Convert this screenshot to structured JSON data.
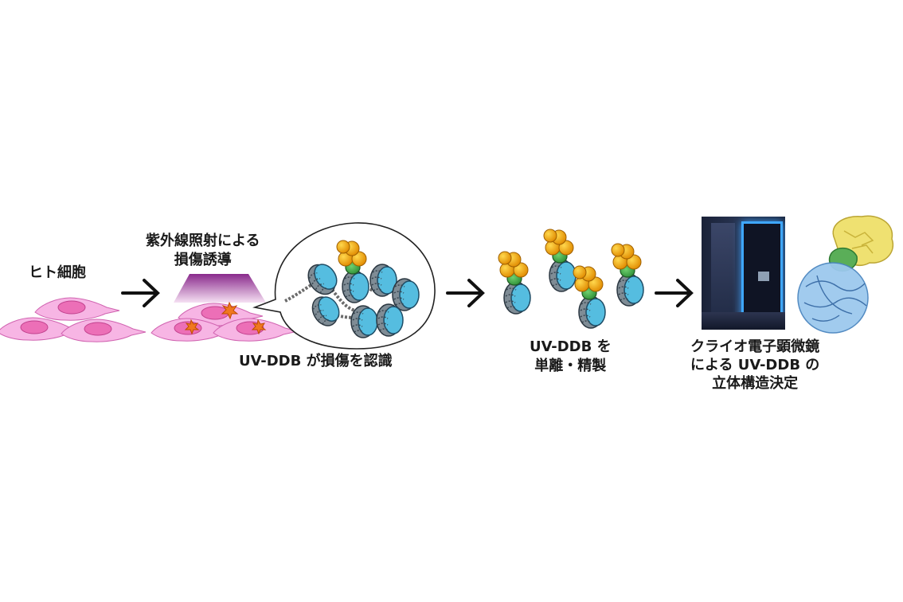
{
  "labels": {
    "human_cells": "ヒト細胞",
    "uv_line1": "紫外線照射による",
    "uv_line2": "損傷誘導",
    "recognition": "UV-DDB が損傷を認識",
    "purify_line1": "UV-DDB を",
    "purify_line2": "単離・精製",
    "cryo_line1": "クライオ電子顕微鏡",
    "cryo_line2": "による UV-DDB の",
    "cryo_line3": "立体構造決定"
  },
  "colors": {
    "cell_pink": "#f29ad6",
    "cell_nucleus": "#e0549a",
    "damage_orange": "#f07820",
    "uv_light_top": "#8a2a8c",
    "uv_light_bottom": "#f3d6ef",
    "ddb_orange": "#f5a800",
    "ddb_green": "#3aa845",
    "nucleosome_blue": "#55bde0",
    "histone_gray": "#7a8a96",
    "arrow": "#111111",
    "density_yellow": "#ecd83a",
    "density_green": "#4aa64a",
    "density_blue": "#7fb9e6"
  },
  "icons": [
    "arrow-right-icon",
    "uv-light-icon",
    "nucleosome-icon",
    "uv-ddb-icon",
    "microscope-photo",
    "density-map-icon"
  ]
}
